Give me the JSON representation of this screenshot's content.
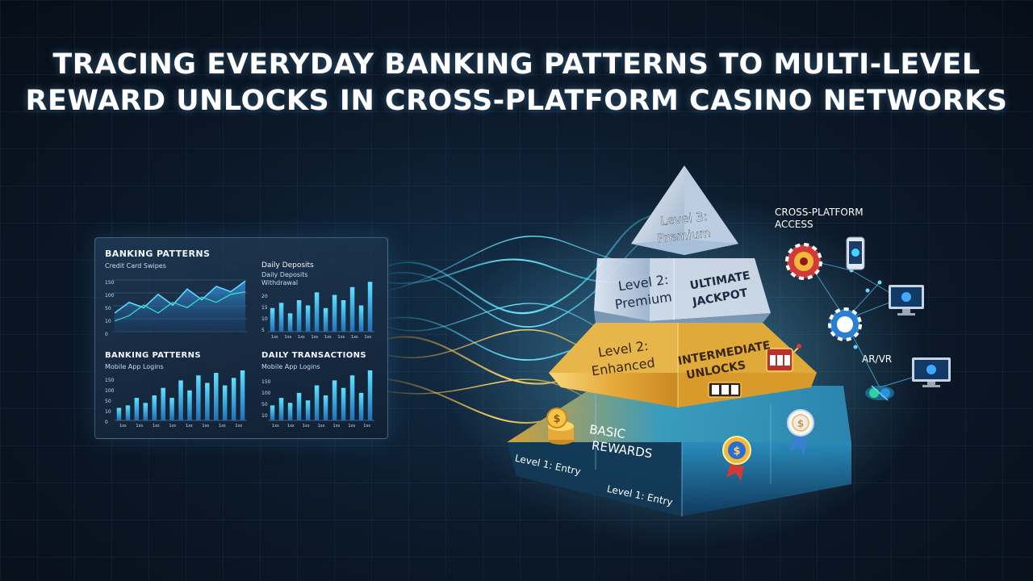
{
  "title": {
    "line1": "TRACING EVERYDAY BANKING PATTERNS TO MULTI-LEVEL",
    "line2": "REWARD UNLOCKS IN CROSS-PLATFORM CASINO NETWORKS"
  },
  "dashboard": {
    "panel1": {
      "heading": "BANKING PATTERNS",
      "subtitle": "Credit Card Swipes",
      "y_ticks": [
        "150",
        "100",
        "50",
        "10",
        "0"
      ]
    },
    "panel2": {
      "heading": "Daily Deposits",
      "subtitle1": "Daily Deposits",
      "subtitle2": "Withdrawal",
      "y_ticks": [
        "20",
        "15",
        "10",
        "5"
      ],
      "x_ticks": [
        "1xs",
        "1xs",
        "1xs",
        "1xs",
        "1xs",
        "1xs",
        "1xs",
        "1xs"
      ]
    },
    "panel3": {
      "heading": "BANKING PATTERNS",
      "subtitle": "Mobile App Logins",
      "y_ticks": [
        "150",
        "100",
        "50",
        "10",
        "0"
      ],
      "x_ticks": [
        "1xs",
        "1xs",
        "1xs",
        "1xs",
        "1xs",
        "1xs",
        "1xs",
        "1xs"
      ]
    },
    "panel4": {
      "heading": "DAILY TRANSACTIONS",
      "subtitle": "Mobile App Logins",
      "y_ticks": [
        "150",
        "100",
        "50",
        "10"
      ],
      "x_ticks": [
        "1xs",
        "1xs",
        "1xs",
        "1xs",
        "1xs",
        "1xs",
        "1xs"
      ]
    }
  },
  "pyramid": {
    "level3": {
      "line1": "Level 3:",
      "line2": "Premium"
    },
    "level2_premium": {
      "line1": "Level 2:",
      "line2": "Premium"
    },
    "jackpot": {
      "line1": "ULTIMATE",
      "line2": "JACKPOT"
    },
    "level2_enhanced": {
      "line1": "Level 2:",
      "line2": "Enhanced"
    },
    "intermediate": {
      "line1": "INTERMEDIATE",
      "line2": "UNLOCKS"
    },
    "basic": {
      "line1": "BASIC",
      "line2": "REWARDS"
    },
    "entry_left": "Level 1: Entry",
    "entry_right": "Level 1: Entry"
  },
  "side": {
    "cross_platform_line1": "CROSS-PLATFORM",
    "cross_platform_line2": "ACCESS",
    "arvr": "AR/VR"
  },
  "colors": {
    "cyan": "#3fd6ff",
    "gold": "#f2b83a",
    "chart_bar": "#3fc6f0"
  }
}
